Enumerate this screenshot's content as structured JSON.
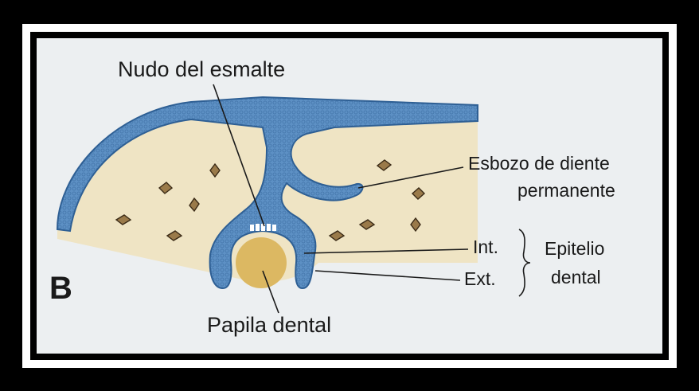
{
  "figure": {
    "panel_letter": "B",
    "labels": {
      "enamel_knot": "Nudo del esmalte",
      "permanent_bud_line1": "Esbozo de diente",
      "permanent_bud_line2": "permanente",
      "inner": "Int.",
      "outer": "Ext.",
      "epithelium_line1": "Epitelio",
      "epithelium_line2": "dental",
      "papilla": "Papila dental"
    },
    "colors": {
      "background": "#eceff1",
      "mesenchyme": "#efe4c4",
      "epithelium": "#5d90c4",
      "epithelium_dark": "#2e5f94",
      "papilla": "#dcb862",
      "cell": "#9a7a4a",
      "frame": "#000000",
      "frame_border": "#ffffff"
    }
  }
}
